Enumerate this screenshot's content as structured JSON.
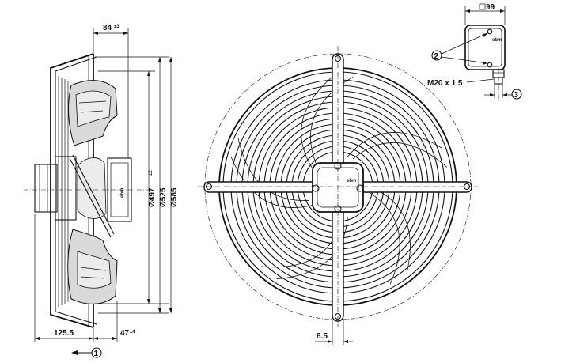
{
  "side_view": {
    "dim_top": "84",
    "dim_top_tol": "±3",
    "dim_guard_dia": "Ø497",
    "dim_guard_dia_tol": "±2",
    "dim_ring_dia": "Ø525",
    "dim_outer_dia": "Ø585",
    "dim_bottom_left": "125.5",
    "dim_bottom_right": "47",
    "dim_bottom_right_tol": "±4",
    "motor_label": "ebm",
    "callout_airflow": "1"
  },
  "front_view": {
    "dim_bottom": "8.5",
    "hub_label": "ebm"
  },
  "terminal_box": {
    "dim_width": "99",
    "box_label": "ebm",
    "cable_gland": "M20 x 1,5",
    "callout_screws": "2",
    "callout_gland": "3"
  }
}
